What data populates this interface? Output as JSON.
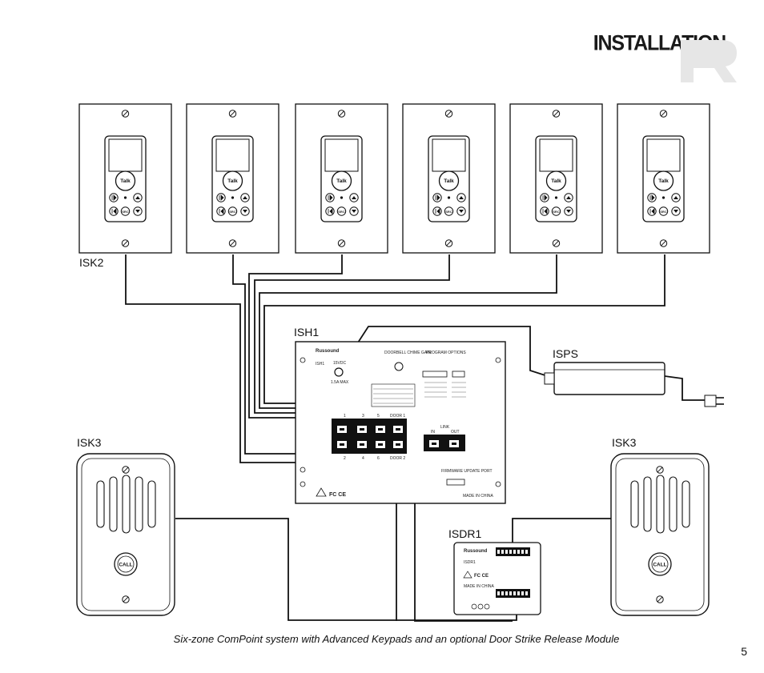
{
  "header": {
    "title": "INSTALLATION"
  },
  "caption": "Six-zone ComPoint system with Advanced Keypads and an optional Door Strike Release Module",
  "page_number": "5",
  "labels": {
    "isk2": "ISK2",
    "ish1": "ISH1",
    "isps": "ISPS",
    "isk3_left": "ISK3",
    "isk3_right": "ISK3",
    "isdr1": "ISDR1"
  },
  "keypad": {
    "talk_label": "Talk",
    "keypad_count": 6
  },
  "door_station": {
    "call_label": "CALL"
  },
  "ish1_panel": {
    "brand": "Russound",
    "model": "ISH1",
    "gain_label": "DOORBELL CHIME GAIN",
    "program_options": "PROGRAM OPTIONS",
    "power_rating": "15VDC",
    "amp_rating": "1.5A MAX",
    "link_label": "LINK",
    "in_label": "IN",
    "out_label": "OUT",
    "firmware_label": "FIRMWARE UPDATE PORT",
    "made_in": "MADE IN CHINA",
    "fcc_mark": "FC CE",
    "ports_top": [
      "1",
      "3",
      "5",
      "DOOR 1"
    ],
    "ports_bottom": [
      "2",
      "4",
      "6",
      "DOOR 2"
    ]
  },
  "isdr1_panel": {
    "brand": "Russound",
    "model": "ISDR1",
    "fcc_mark": "FC CE",
    "made_in": "MADE IN CHINA"
  }
}
